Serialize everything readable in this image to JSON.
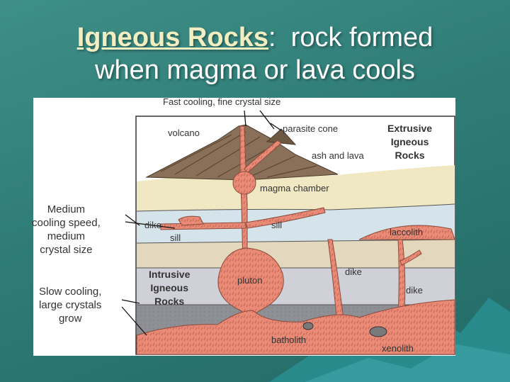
{
  "title": {
    "term": "Igneous Rocks",
    "colon": ":",
    "line1_rest": "  rock formed",
    "line2": "when magma or lava cools"
  },
  "labels": {
    "fast_cooling": "Fast cooling, fine crystal size",
    "volcano": "volcano",
    "parasite_cone": "parasite cone",
    "ash_and_lava": "ash and lava",
    "extrusive": [
      "Extrusive",
      "Igneous",
      "Rocks"
    ],
    "magma_chamber": "magma chamber",
    "medium_cooling": [
      "Medium",
      "cooling speed,",
      "medium",
      "crystal size"
    ],
    "dike_left": "dike",
    "sill_left": "sill",
    "sill_mid": "sill",
    "laccolith": "laccolith",
    "intrusive": [
      "Intrusive",
      "Igneous",
      "Rocks"
    ],
    "pluton": "pluton",
    "dike_mid": "dike",
    "dike_right": "dike",
    "slow_cooling": [
      "Slow cooling,",
      "large crystals",
      "grow"
    ],
    "batholith": "batholith",
    "xenolith": "xenolith"
  },
  "colors": {
    "background": "#2f7c76",
    "magma": "#e88a76",
    "volcano": "#8a7058",
    "layer_tan": "#efe8c2",
    "layer_blue": "#d5e4ea",
    "layer_beige": "#e3d8bd",
    "layer_lightgray": "#cfd0d8",
    "layer_darkgray": "#8f9096"
  }
}
